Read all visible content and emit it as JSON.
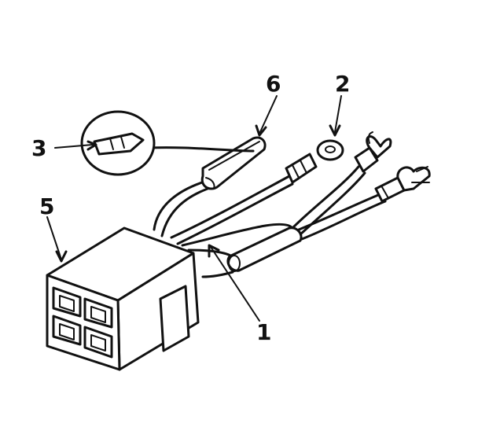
{
  "callouts": {
    "one": "1",
    "two": "2",
    "three": "3",
    "five": "5",
    "six": "6"
  },
  "colors": {
    "ink": "#111111",
    "paper": "#ffffff"
  }
}
